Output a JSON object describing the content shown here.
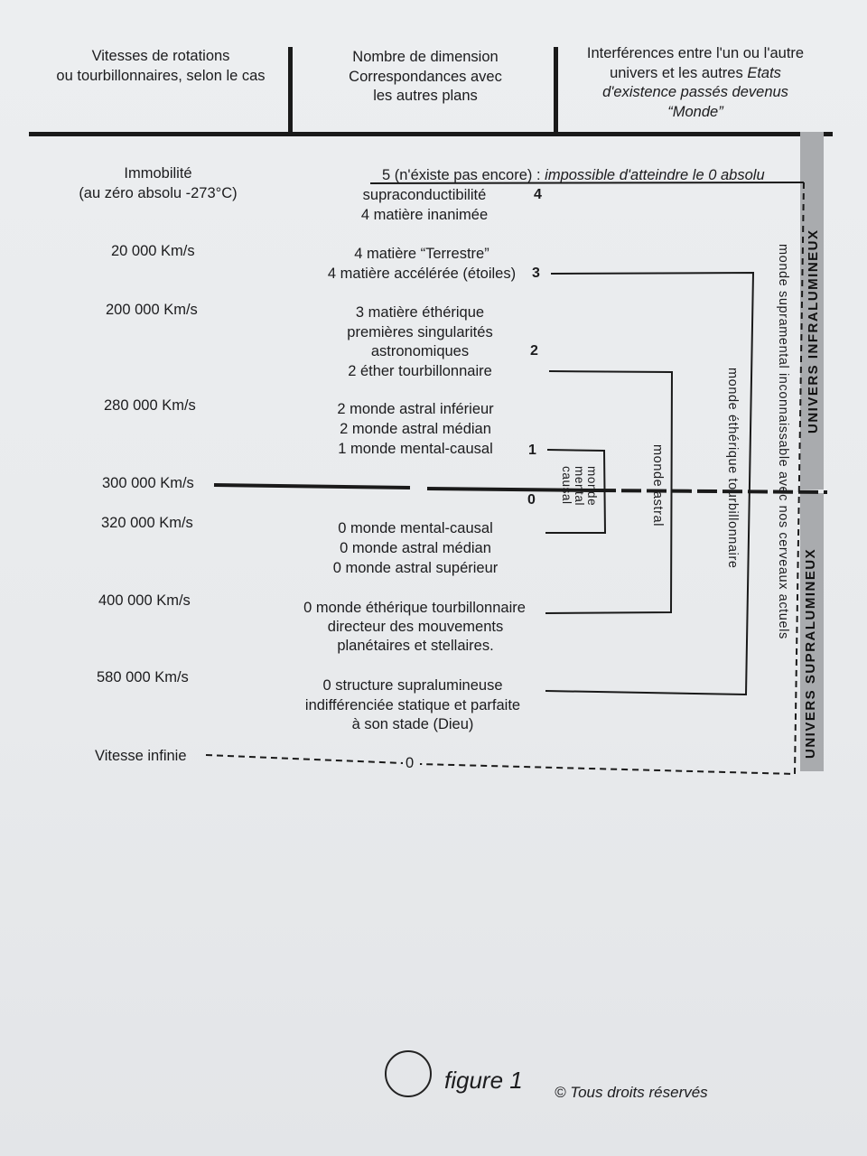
{
  "header": {
    "col1": [
      "Vitesses de rotations",
      "ou tourbillonnaires, selon le cas"
    ],
    "col2": [
      "Nombre de dimension",
      "Correspondances avec",
      "les autres plans"
    ],
    "col3_line1": "Interférences entre l'un ou l'autre",
    "col3_line2": "univers et les autres ",
    "col3_line2_italic": "Etats",
    "col3_line3": "d'existence passés devenus",
    "col3_line4": "“Monde”"
  },
  "speeds": {
    "s0a": "Immobilité",
    "s0b": "(au zéro absolu -273°C)",
    "s1": "20 000 Km/s",
    "s2": "200 000 Km/s",
    "s3": "280 000 Km/s",
    "s4": "300 000 Km/s",
    "s5": "320 000 Km/s",
    "s6": "400 000 Km/s",
    "s7": "580 000 Km/s",
    "s8": "Vitesse infinie"
  },
  "dims": {
    "d5_prefix": "5 (n'éxiste pas encore) : ",
    "d5_italic": "impossible d'atteindre le 0 absolu",
    "d4a": "supraconductibilité",
    "d4b": "4 matière inanimée",
    "d3a": "4 matière “Terrestre”",
    "d3b": "4 matière accélérée (étoiles)",
    "d2a": "3 matière éthérique",
    "d2b": "premières singularités",
    "d2c": "astronomiques",
    "d2d": "2 éther tourbillonnaire",
    "d1a": "2 monde astral inférieur",
    "d1b": "2 monde astral médian",
    "d1c": "1 monde mental-causal",
    "d0a": "0 monde mental-causal",
    "d0b": "0 monde astral médian",
    "d0c": "0 monde astral supérieur",
    "d0d": "0 monde éthérique tourbillonnaire",
    "d0e": "directeur des mouvements",
    "d0f": "planétaires et stellaires.",
    "d0g": "0 structure supralumineuse",
    "d0h": "indifférenciée statique et parfaite",
    "d0i": "à son stade (Dieu)",
    "dInf": "0"
  },
  "numbers": {
    "n4": "4",
    "n3": "3",
    "n2": "2",
    "n1": "1",
    "n0": "0"
  },
  "brackets": {
    "mental_1": "monde",
    "mental_2": "mental",
    "mental_3": "causal",
    "astral": "monde astral",
    "etherique": "monde éthérique tourbillonnaire",
    "supramental": "monde supramental inconnaissable avec nos cerveaux actuels"
  },
  "bands": {
    "infra": "UNIVERS INFRALUMINEUX",
    "supra": "UNIVERS SUPRALUMINEUX"
  },
  "footer": {
    "caption": "figure 1",
    "copyright": "© Tous droits réservés"
  }
}
